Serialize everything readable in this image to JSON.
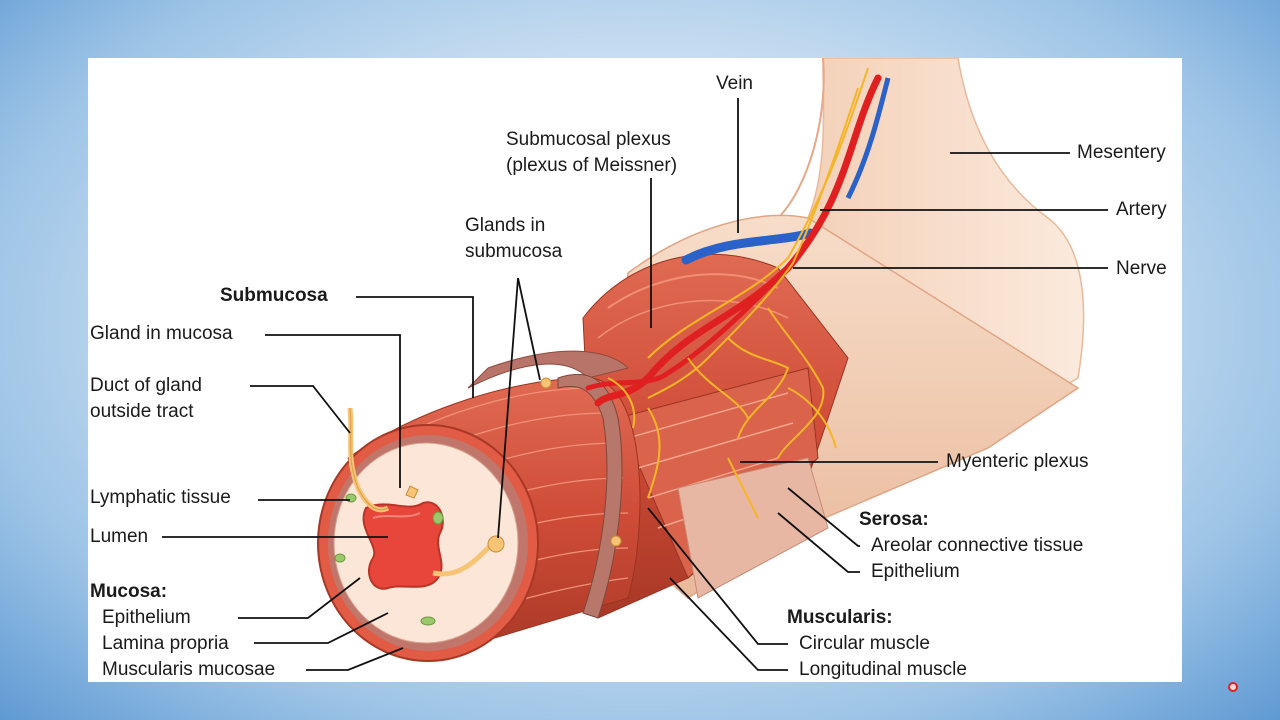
{
  "labels": {
    "vein": "Vein",
    "submucosal_plexus": "Submucosal plexus",
    "submucosal_plexus_alt": "(plexus of Meissner)",
    "mesentery": "Mesentery",
    "glands_in_submucosa_1": "Glands in",
    "glands_in_submucosa_2": "submucosa",
    "artery": "Artery",
    "nerve": "Nerve",
    "submucosa": "Submucosa",
    "gland_in_mucosa": "Gland in mucosa",
    "duct_of_gland_1": "Duct of gland",
    "duct_of_gland_2": "outside tract",
    "myenteric_plexus": "Myenteric plexus",
    "lymphatic_tissue": "Lymphatic tissue",
    "serosa_heading": "Serosa:",
    "areolar_connective_tissue": "Areolar connective tissue",
    "serosa_epithelium": "Epithelium",
    "lumen": "Lumen",
    "mucosa_heading": "Mucosa:",
    "mucosa_epithelium": "Epithelium",
    "lamina_propria": "Lamina propria",
    "muscularis_mucosae": "Muscularis mucosae",
    "muscularis_heading": "Muscularis:",
    "circular_muscle": "Circular muscle",
    "longitudinal_muscle": "Longitudinal muscle"
  },
  "colors": {
    "muscle": "#d9543f",
    "muscle_dark": "#b8402e",
    "serosa": "#f6d8c4",
    "mesentery": "#f8e3d2",
    "lumen": "#e8463a",
    "mucosa": "#fbe6d8",
    "artery": "#e02020",
    "vein": "#2a62c9",
    "nerve": "#f6b526",
    "leader_line": "#111111"
  }
}
